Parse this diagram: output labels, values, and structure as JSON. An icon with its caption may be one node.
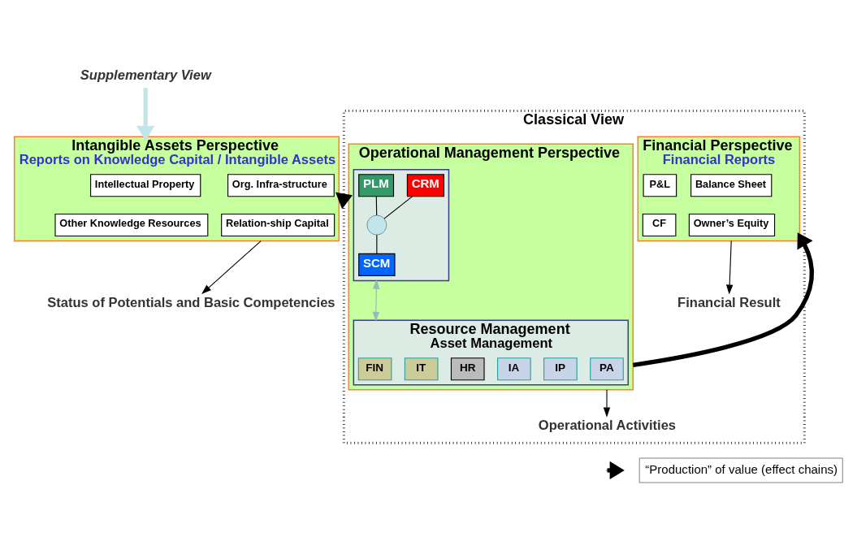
{
  "diagram": {
    "nodes": [
      {
        "text": [
          "Supplementary View"
        ]
      },
      {
        "text": [
          "Intangible Assets Perspective",
          "Reports on Knowledge Capital / Intangible Assets"
        ]
      },
      {
        "text": [
          "Intellectual Property"
        ],
        "in": 1
      },
      {
        "text": [
          "Org. Infra-structure"
        ],
        "in": 1
      },
      {
        "text": [
          "Other Knowledge Resources"
        ],
        "in": 1
      },
      {
        "text": [
          "Relation-ship Capital"
        ],
        "in": 1
      },
      {
        "text": [
          "Status of Potentials and Basic Competencies"
        ]
      },
      {
        "text": [
          "Classical View"
        ]
      },
      {
        "text": [
          "Operational Management Perspective"
        ],
        "in": 7
      },
      {
        "text": [],
        "shape": "box",
        "in": 8
      },
      {
        "text": [
          "PLM"
        ],
        "in": 9
      },
      {
        "text": [
          "CRM"
        ],
        "in": 9
      },
      {
        "text": [],
        "shape": "circle",
        "in": 9
      },
      {
        "text": [
          "SCM"
        ],
        "in": 9
      },
      {
        "text": [
          "Resource Management",
          "Asset Management"
        ],
        "in": 8
      },
      {
        "text": [
          "FIN"
        ],
        "in": 14
      },
      {
        "text": [
          "IT"
        ],
        "in": 14
      },
      {
        "text": [
          "HR"
        ],
        "in": 14
      },
      {
        "text": [
          "IA"
        ],
        "in": 14
      },
      {
        "text": [
          "IP"
        ],
        "in": 14
      },
      {
        "text": [
          "PA"
        ],
        "in": 14
      },
      {
        "text": [
          "Operational Activities"
        ],
        "in": 7
      },
      {
        "text": [
          "Financial Perspective",
          "Financial Reports"
        ],
        "in": 7
      },
      {
        "text": [
          "P&L"
        ],
        "in": 22
      },
      {
        "text": [
          "Balance Sheet"
        ],
        "in": 22
      },
      {
        "text": [
          "CF"
        ],
        "in": 22
      },
      {
        "text": [
          "Owner’s Equity"
        ],
        "in": 22
      },
      {
        "text": [
          "Financial Result"
        ],
        "in": 7
      }
    ],
    "edges": [
      {
        "from": 0,
        "to": 1,
        "arrow": "to",
        "style": "thick",
        "color": "#c0e6ec"
      },
      {
        "from": 1,
        "to": 8,
        "arrow": "to",
        "style": "thick"
      },
      {
        "from": 8,
        "to": 22,
        "arrow": "to",
        "style": "thick"
      },
      {
        "from": 10,
        "to": 12,
        "arrow": "none"
      },
      {
        "from": 11,
        "to": 12,
        "arrow": "none"
      },
      {
        "from": 13,
        "to": 12,
        "arrow": "none"
      },
      {
        "from": 9,
        "to": 14,
        "arrow": "both",
        "color": "#9ab8bc"
      },
      {
        "from": 1,
        "to": 6,
        "arrow": "to"
      },
      {
        "from": 8,
        "to": 21,
        "arrow": "to"
      },
      {
        "from": 22,
        "to": 27,
        "arrow": "to"
      }
    ],
    "legend": [
      {
        "text": "“Production” of value (effect chains)"
      }
    ]
  }
}
